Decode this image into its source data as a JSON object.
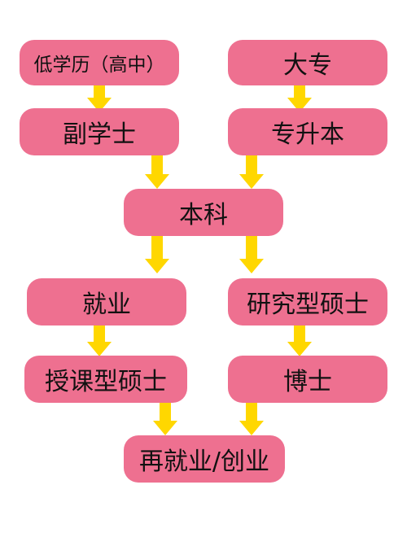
{
  "colors": {
    "node_fill": "#ee7090",
    "arrow_fill": "#ffd700",
    "text": "#111111"
  },
  "nodes": {
    "low_education": "低学历（高中）",
    "dazhuan": "大专",
    "associate": "副学士",
    "zhuanshengben": "专升本",
    "bachelor": "本科",
    "employment": "就业",
    "research_master": "研究型硕士",
    "taught_master": "授课型硕士",
    "doctorate": "博士",
    "reemployment": "再就业/创业"
  }
}
